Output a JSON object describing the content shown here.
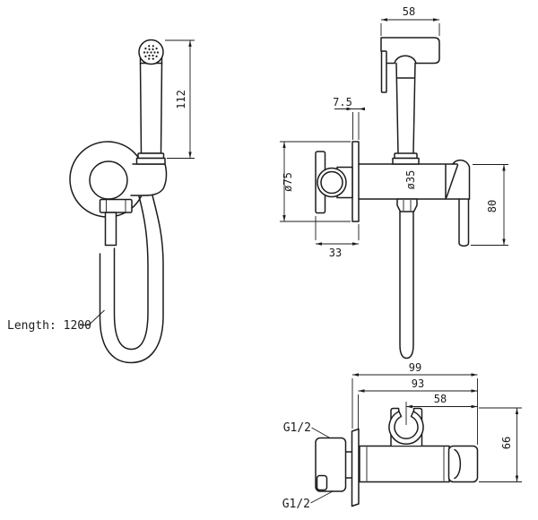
{
  "drawing": {
    "title": "bidet-sprayer-technical-drawing",
    "colors": {
      "line": "#1c1c1c",
      "background": "#ffffff"
    },
    "front_view": {
      "sprayer_height_dim": "112",
      "hose_length_label": "Length: 1200"
    },
    "side_view": {
      "head_width_dim": "58",
      "plate_offset_dim": "7.5",
      "plate_diameter_dim": "ø75",
      "body_diameter_dim": "ø35",
      "plate_depth_dim": "33",
      "handle_height_dim": "80"
    },
    "top_view": {
      "total_width_dim": "99",
      "body_width_dim": "93",
      "holder_offset_dim": "58",
      "body_height_dim": "66",
      "thread_label_top": "G1/2",
      "thread_label_bottom": "G1/2"
    }
  }
}
